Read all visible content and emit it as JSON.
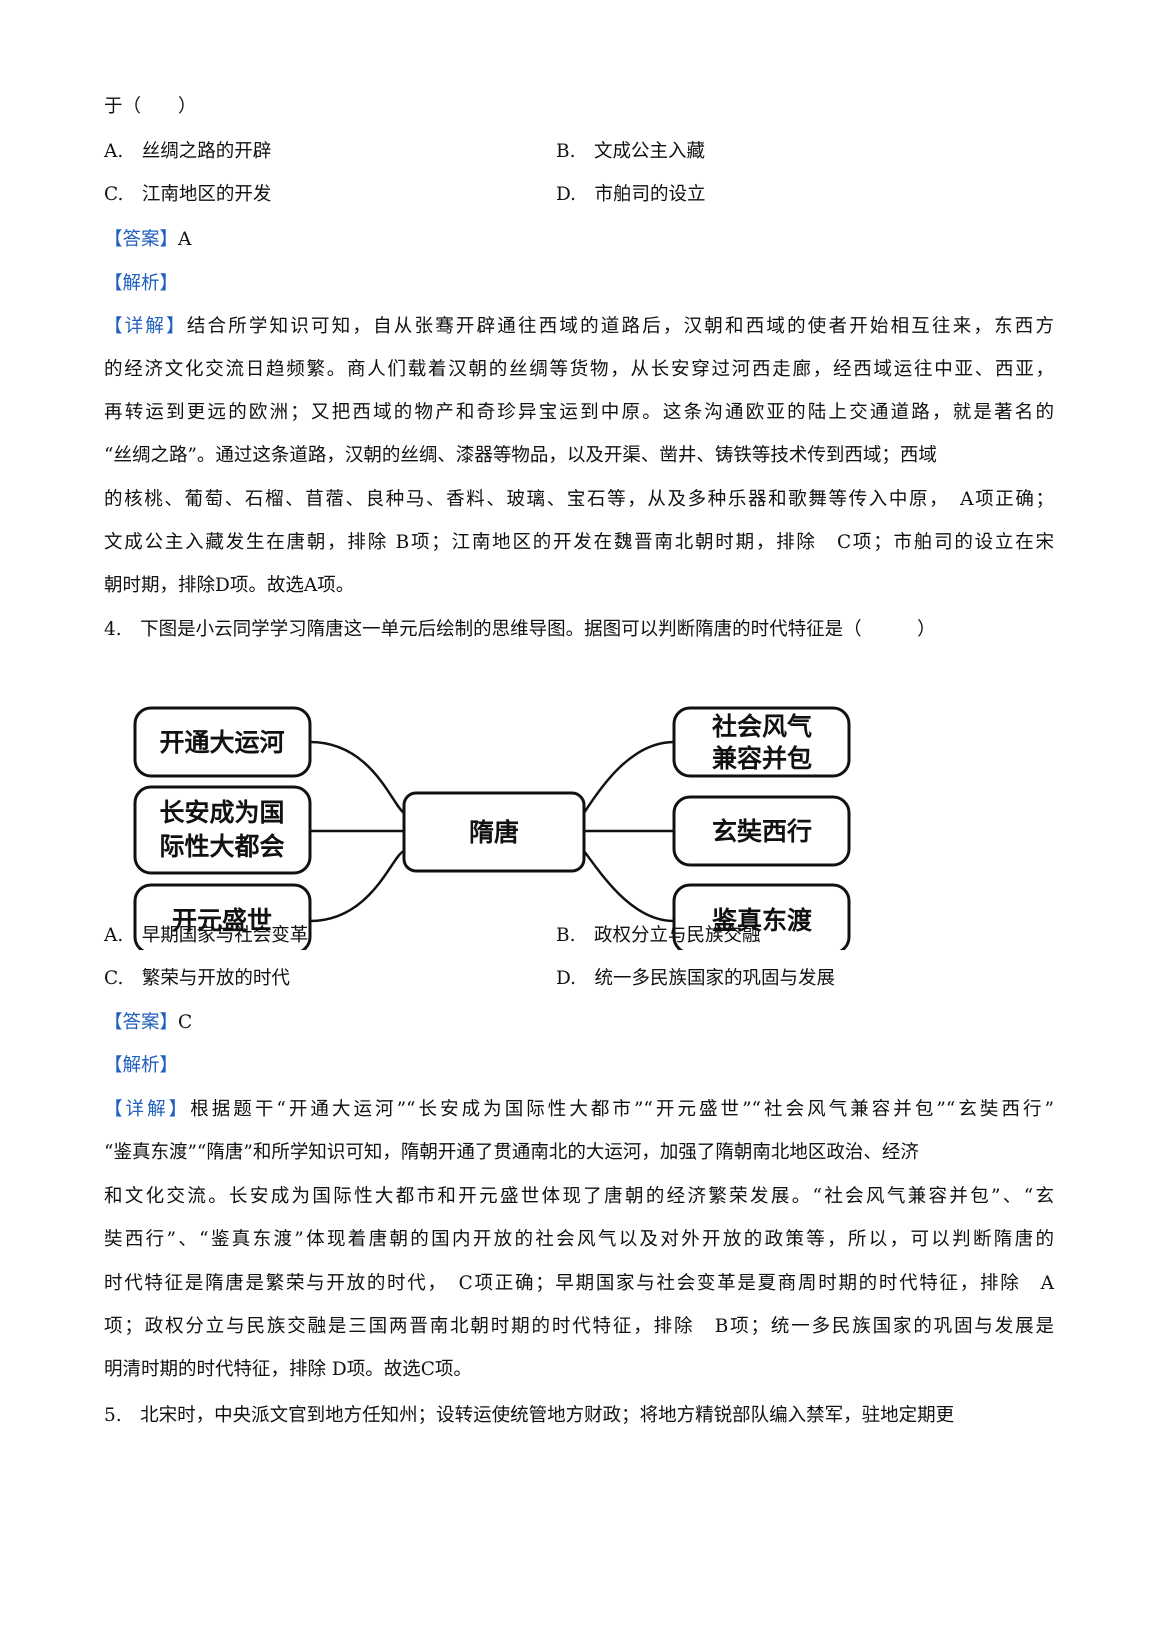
{
  "q3": {
    "stem_tail": "于（　　）",
    "options": {
      "a": "A.　丝绸之路的开辟",
      "b": "B.　文成公主入藏",
      "c": "C.　江南地区的开发",
      "d": "D.　市舶司的设立"
    },
    "answer_tag": "【答案】",
    "answer": "A",
    "analysis_tag": "【解析】",
    "detail_tag": "【详解】",
    "detail_lines": [
      "结合所学知识可知，自从张骞开辟通往西域的道路后，汉朝和西域的使者开始相互往来，东西方",
      "的经济文化交流日趋频繁。商人们载着汉朝的丝绸等货物，从长安穿过河西走廊，经西域运往中亚、西亚，",
      "再转运到更远的欧洲；又把西域的物产和奇珍异宝运到中原。这条沟通欧亚的陆上交通道路，就是著名的",
      "“丝绸之路”。通过这条道路，汉朝的丝绸、漆器等物品，以及开渠、凿井、铸铁等技术传到西域；西域",
      "的核桃、葡萄、石榴、苜蓿、良种马、香料、玻璃、宝石等，从及多种乐器和歌舞等传入中原，　A项正确；",
      "文成公主入藏发生在唐朝，排除 B项；江南地区的开发在魏晋南北朝时期，排除　C项；市舶司的设立在宋",
      "朝时期，排除D项。故选A项。"
    ]
  },
  "q4": {
    "stem": "4.　下图是小云同学学习隋唐这一单元后绘制的思维导图。据图可以判断隋唐的时代特征是（　　　）",
    "mindmap": {
      "center": "隋唐",
      "left": [
        "开通大运河",
        "长安成为国",
        "际性大都会",
        "开元盛世"
      ],
      "right": [
        "社会风气",
        "兼容并包",
        "玄奘西行",
        "鉴真东渡"
      ]
    },
    "options": {
      "a": "A.　早期国家与社会变革",
      "b": "B.　政权分立与民族交融",
      "c": "C.　繁荣与开放的时代",
      "d": "D.　统一多民族国家的巩固与发展"
    },
    "answer_tag": "【答案】",
    "answer": "C",
    "analysis_tag": "【解析】",
    "detail_tag": "【详解】",
    "detail_lines": [
      "根据题干“开通大运河”“长安成为国际性大都市”“开元盛世”“社会风气兼容并包”“玄奘西行”",
      "“鉴真东渡”“隋唐”和所学知识可知，隋朝开通了贯通南北的大运河，加强了隋朝南北地区政治、经济",
      "和文化交流。长安成为国际性大都市和开元盛世体现了唐朝的经济繁荣发展。“社会风气兼容并包”、“玄",
      "奘西行”、“鉴真东渡”体现着唐朝的国内开放的社会风气以及对外开放的政策等，所以，可以判断隋唐的",
      "时代特征是隋唐是繁荣与开放的时代，　C项正确；早期国家与社会变革是夏商周时期的时代特征，排除　A",
      "项；政权分立与民族交融是三国两晋南北朝时期的时代特征，排除　B项；统一多民族国家的巩固与发展是",
      "明清时期的时代特征，排除 D项。故选C项。"
    ]
  },
  "q5": {
    "stem": "5.　北宋时，中央派文官到地方任知州；设转运使统管地方财政；将地方精锐部队编入禁军，驻地定期更"
  }
}
